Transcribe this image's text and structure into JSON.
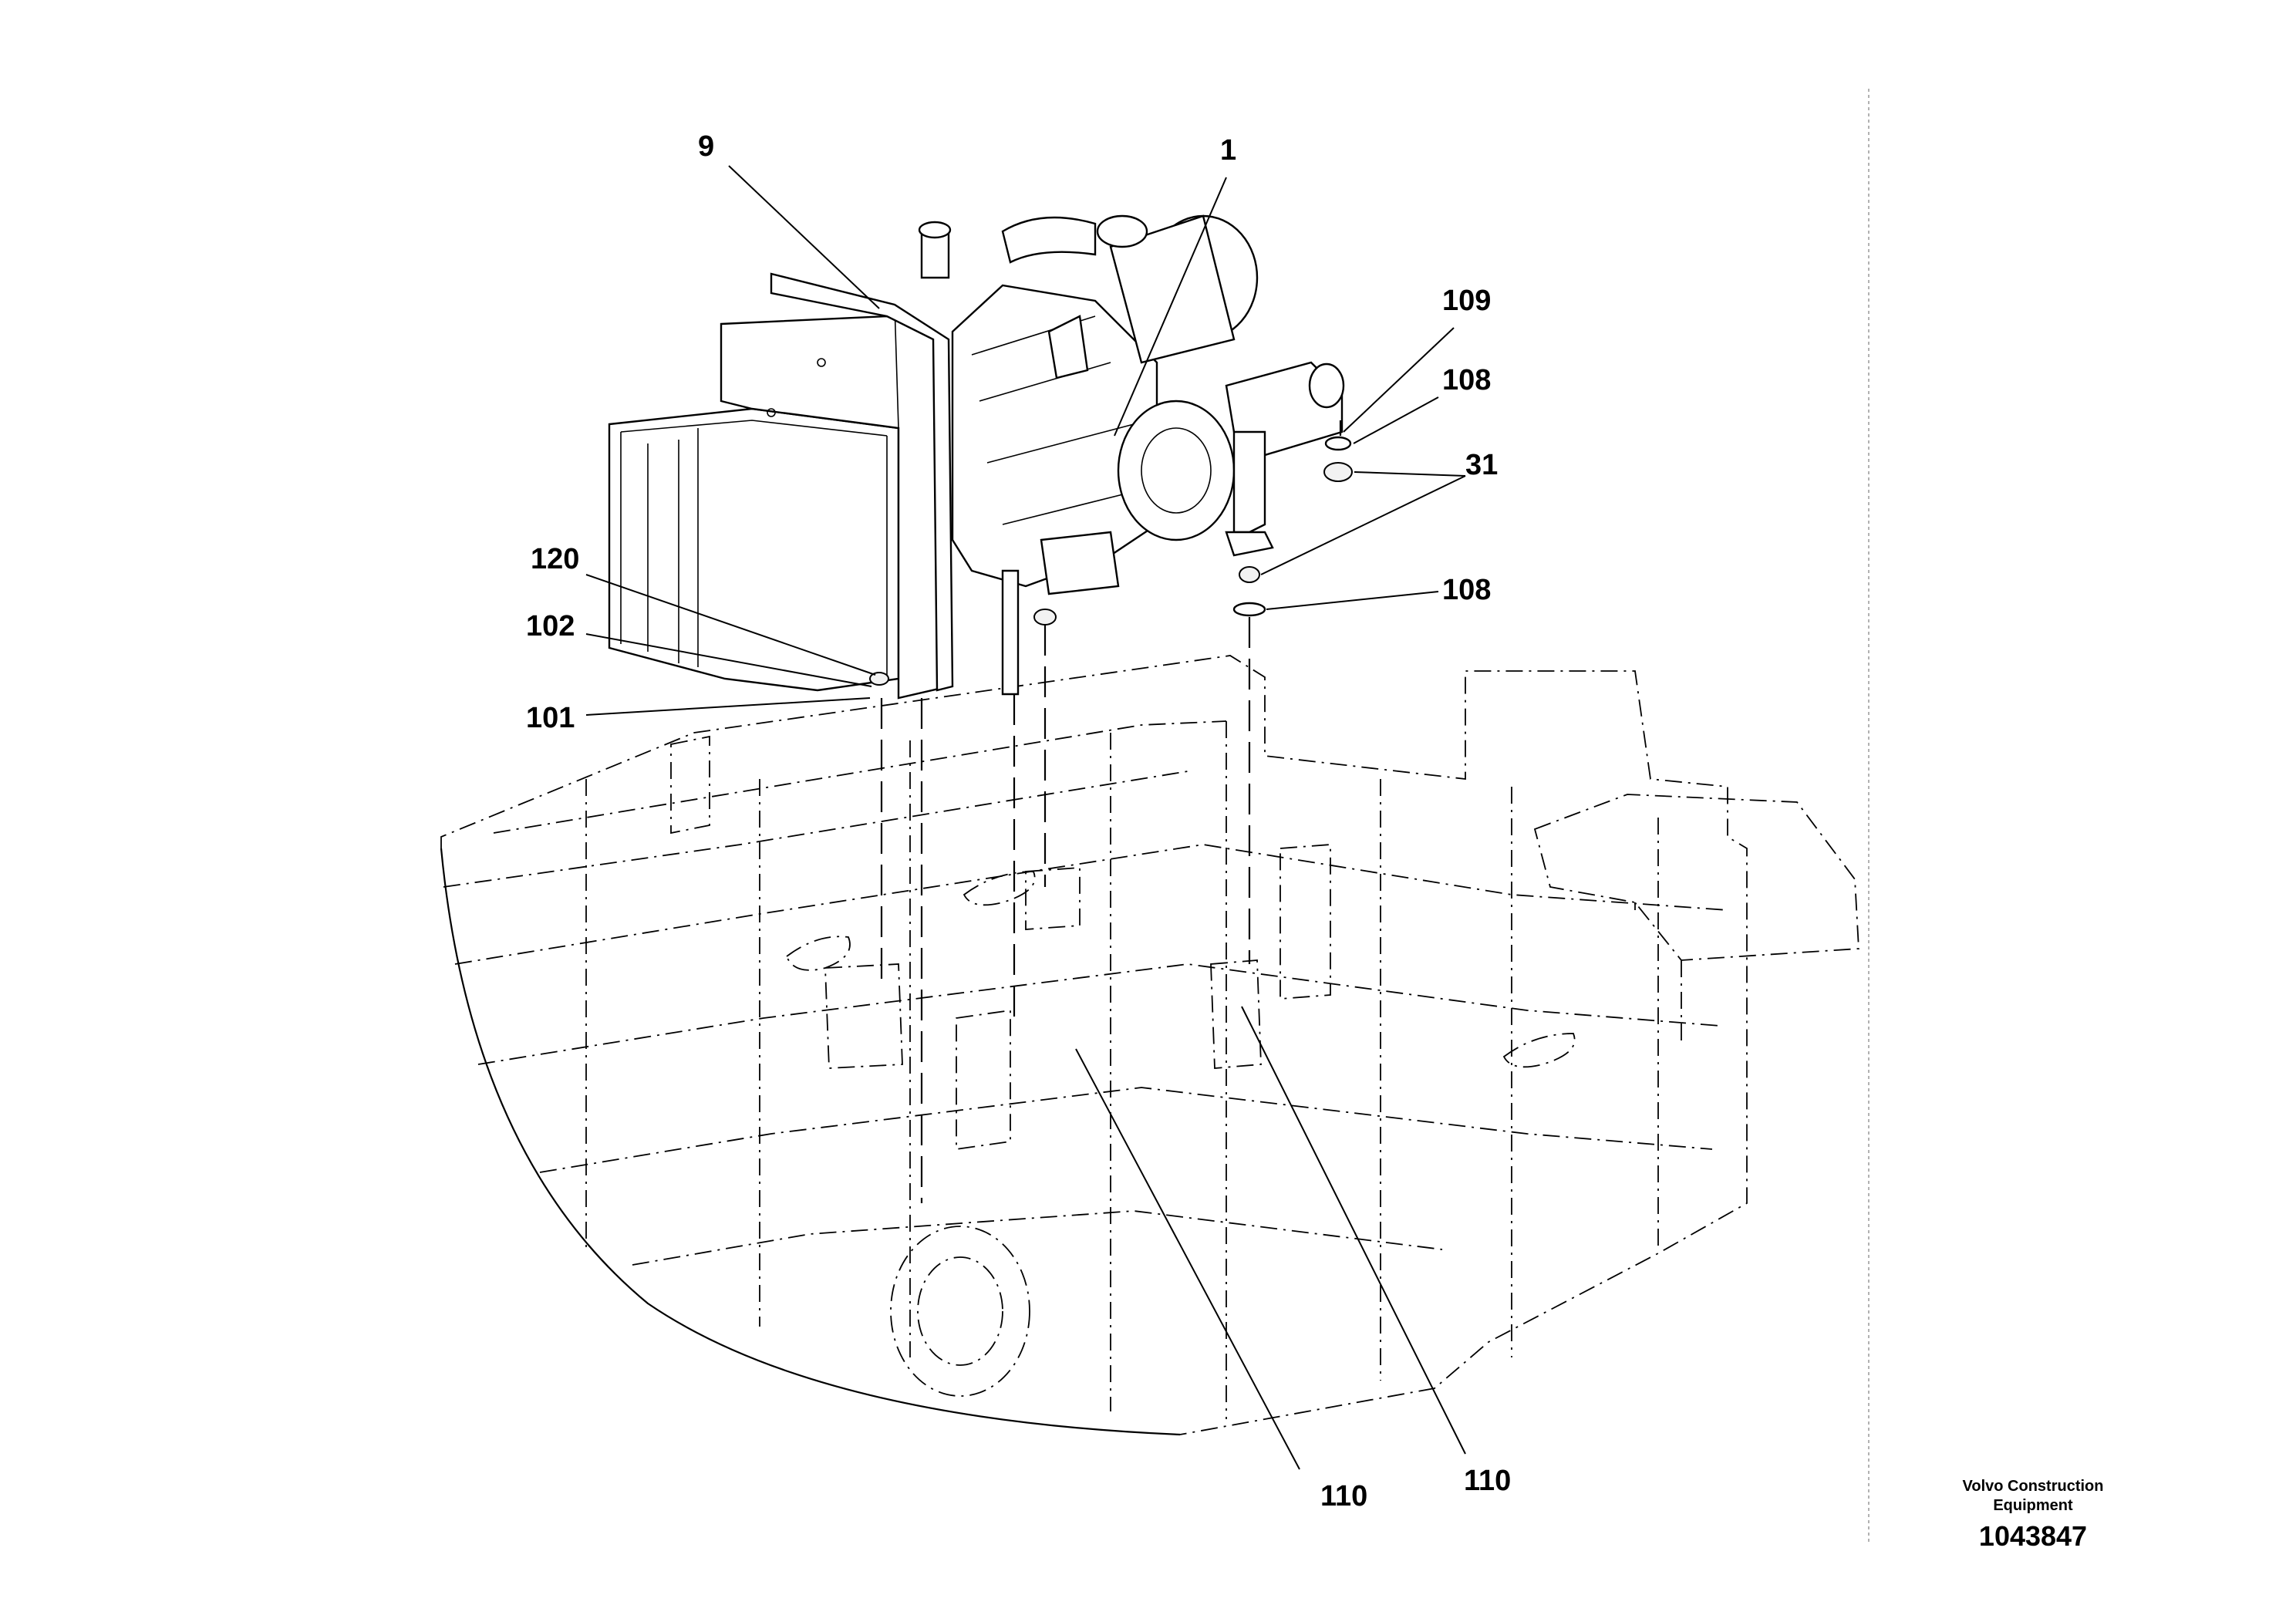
{
  "callouts": [
    {
      "id": "c9",
      "label": "9"
    },
    {
      "id": "c1",
      "label": "1"
    },
    {
      "id": "c109",
      "label": "109"
    },
    {
      "id": "c108a",
      "label": "108"
    },
    {
      "id": "c31",
      "label": "31"
    },
    {
      "id": "c108b",
      "label": "108"
    },
    {
      "id": "c120",
      "label": "120"
    },
    {
      "id": "c102",
      "label": "102"
    },
    {
      "id": "c101",
      "label": "101"
    },
    {
      "id": "c110a",
      "label": "110"
    },
    {
      "id": "c110b",
      "label": "110"
    }
  ],
  "title_block": {
    "brand_line1": "Volvo Construction",
    "brand_line2": "Equipment",
    "doc_number": "1043847"
  }
}
